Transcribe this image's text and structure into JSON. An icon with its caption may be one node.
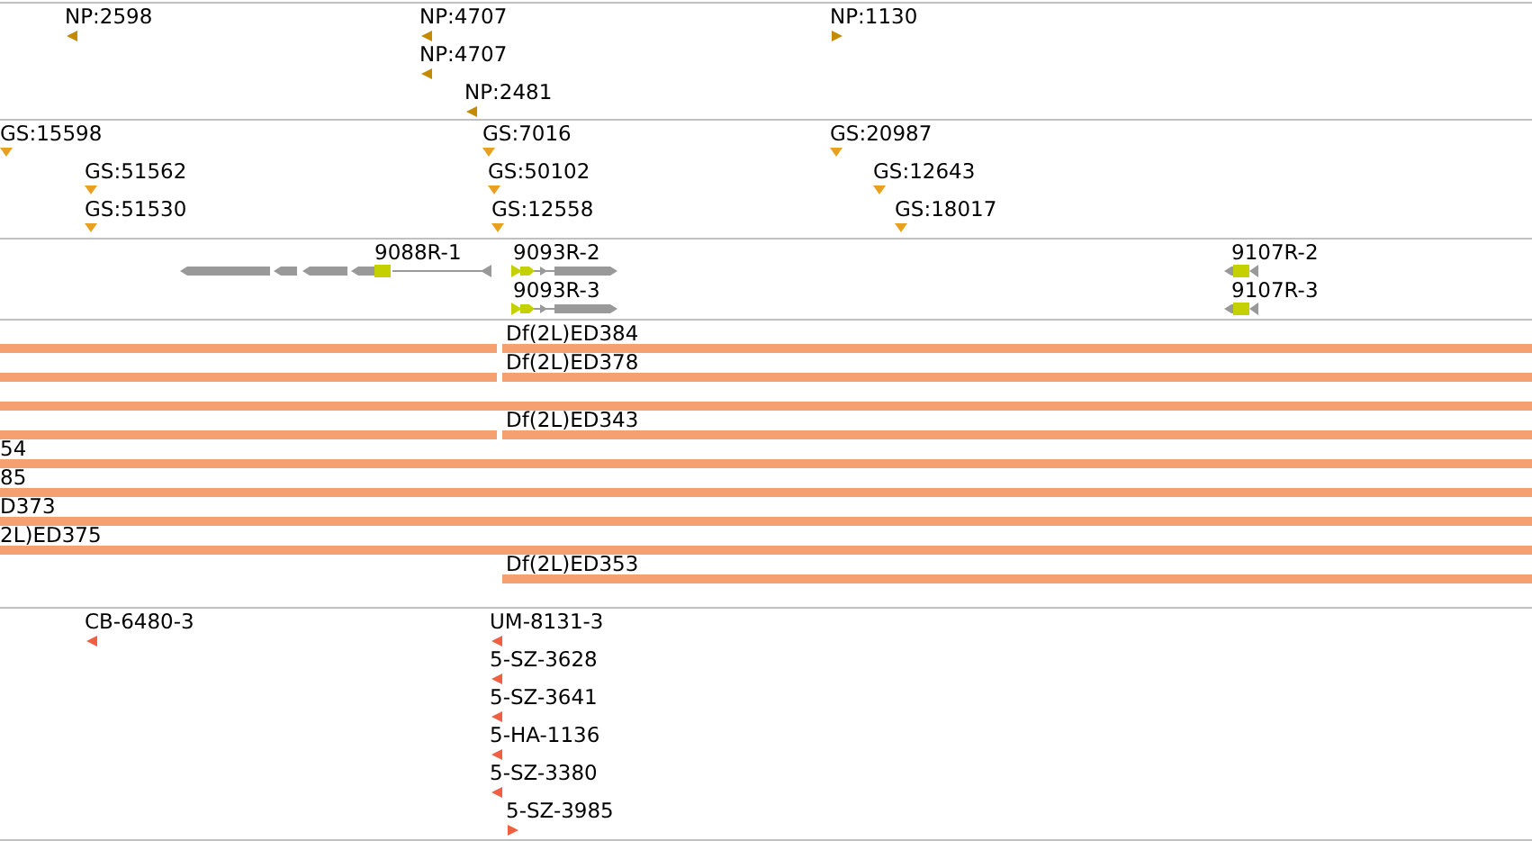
{
  "diagram": {
    "labels": [
      "NP:2598",
      "NP:4707",
      "NP:1130",
      "NP:4707",
      "NP:2481",
      "GS:15598",
      "GS:7016",
      "GS:20987",
      "GS:51562",
      "GS:50102",
      "GS:12643",
      "GS:51530",
      "GS:12558",
      "GS:18017",
      "9088R-1",
      "9093R-2",
      "9107R-2",
      "9093R-3",
      "9107R-3",
      "Df(2L)ED384",
      "Df(2L)ED378",
      "Df(2L)ED343",
      "54",
      "85",
      "D373",
      "2L)ED375",
      "Df(2L)ED353",
      "CB-6480-3",
      "UM-8131-3",
      "5-SZ-3628",
      "5-SZ-3641",
      "5-HA-1136",
      "5-SZ-3380",
      "5-SZ-3985"
    ]
  }
}
